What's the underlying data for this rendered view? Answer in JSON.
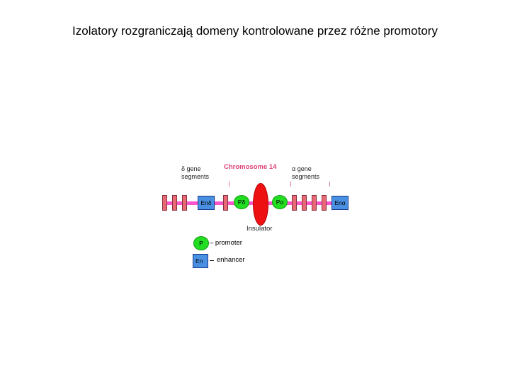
{
  "title": "Izolatory rozgraniczają domeny kontrolowane przez różne promotory",
  "diagram": {
    "chromosome_label": "Chromosome 14",
    "delta_label": [
      "δ gene",
      "segments"
    ],
    "alpha_label": [
      "α gene",
      "segments"
    ],
    "insulator_label": "Insulator",
    "enhancer_delta": "Enδ",
    "enhancer_alpha": "Enα",
    "promoter_delta": "Pδ",
    "promoter_alpha": "Pα",
    "colors": {
      "track": "#ff55cc",
      "segment": "#e86a74",
      "insulator": "#ee1111",
      "promoter": "#22dd22",
      "enhancer": "#4a90e2",
      "chromosome_label": "#e0407a"
    }
  },
  "legend": {
    "promoter_symbol": "P",
    "promoter_text": "– promoter",
    "enhancer_symbol": "En",
    "enhancer_text": "enhancer"
  }
}
